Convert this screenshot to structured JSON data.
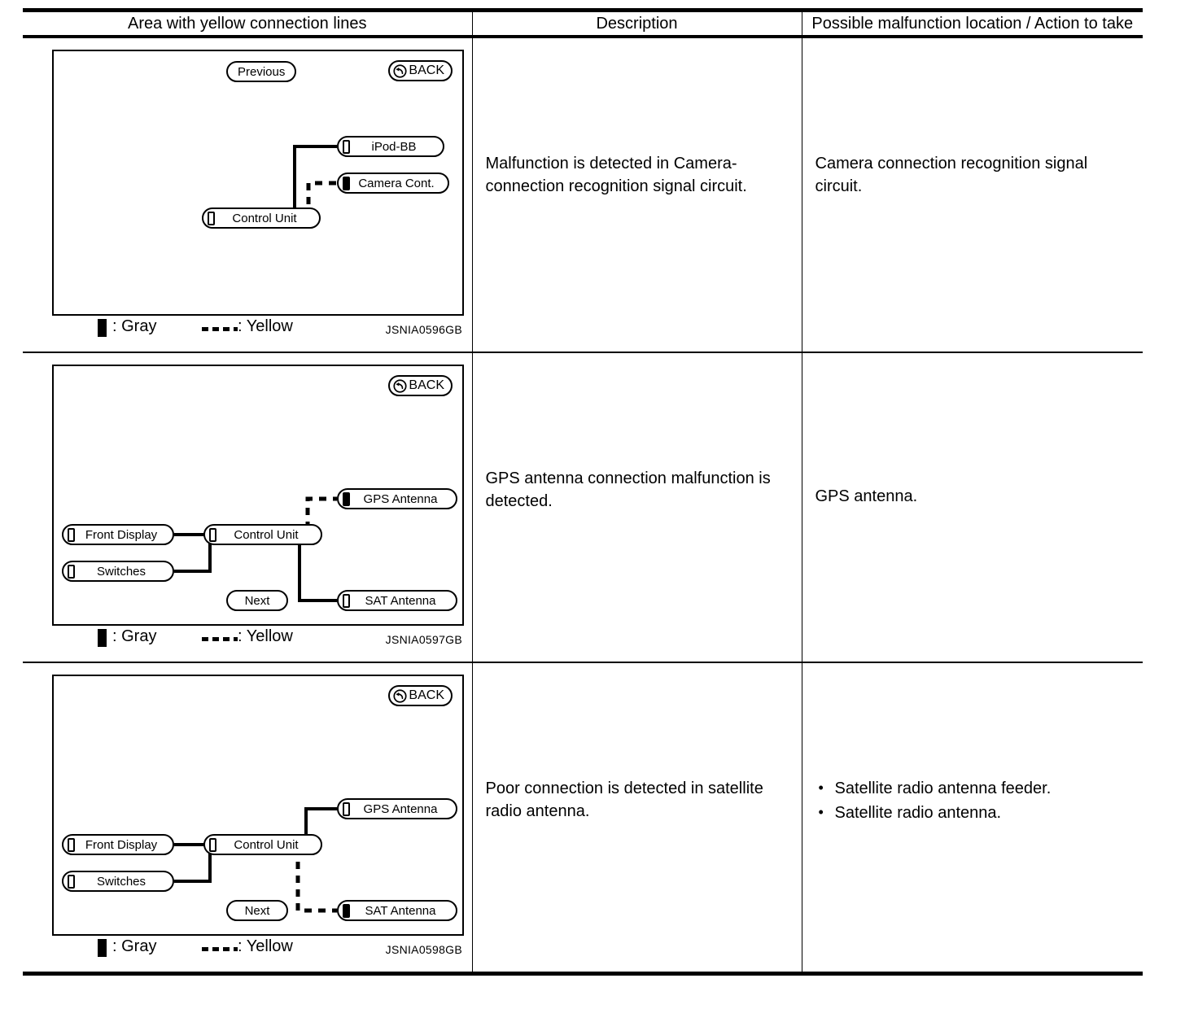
{
  "table": {
    "headers": [
      "Area with yellow connection lines",
      "Description",
      "Possible malfunction location / Action to take"
    ],
    "rows": [
      {
        "diagram": {
          "figure_id": "JSNIA0596GB",
          "buttons": [
            {
              "name": "previous",
              "label": "Previous"
            },
            {
              "name": "back",
              "label": "BACK",
              "icon": "back-arrow-icon"
            }
          ],
          "nodes": [
            {
              "name": "ipod-bb",
              "label": "iPod-BB",
              "connector": "gray"
            },
            {
              "name": "camera-cont",
              "label": "Camera Cont.",
              "connector": "yellow"
            },
            {
              "name": "control-unit",
              "label": "Control Unit",
              "connector": "gray"
            }
          ],
          "connections": [
            {
              "from": "control-unit",
              "to": "ipod-bb",
              "style": "solid"
            },
            {
              "from": "control-unit",
              "to": "camera-cont",
              "style": "dashed"
            }
          ]
        },
        "legend": {
          "gray": ": Gray",
          "yellow": ": Yellow"
        },
        "description": "Malfunction is detected in Camera-connection recognition signal circuit.",
        "action": {
          "text": "Camera connection recognition signal circuit.",
          "bullets": []
        }
      },
      {
        "diagram": {
          "figure_id": "JSNIA0597GB",
          "buttons": [
            {
              "name": "back",
              "label": "BACK",
              "icon": "back-arrow-icon"
            },
            {
              "name": "next",
              "label": "Next"
            }
          ],
          "nodes": [
            {
              "name": "gps-antenna",
              "label": "GPS Antenna",
              "connector": "yellow"
            },
            {
              "name": "front-display",
              "label": "Front Display",
              "connector": "gray"
            },
            {
              "name": "control-unit",
              "label": "Control Unit",
              "connector": "gray"
            },
            {
              "name": "switches",
              "label": "Switches",
              "connector": "gray"
            },
            {
              "name": "sat-antenna",
              "label": "SAT Antenna",
              "connector": "gray"
            }
          ],
          "connections": [
            {
              "from": "front-display",
              "to": "control-unit",
              "style": "solid"
            },
            {
              "from": "switches",
              "to": "control-unit",
              "style": "solid"
            },
            {
              "from": "control-unit",
              "to": "gps-antenna",
              "style": "dashed"
            },
            {
              "from": "control-unit",
              "to": "sat-antenna",
              "style": "solid"
            }
          ]
        },
        "legend": {
          "gray": ": Gray",
          "yellow": ": Yellow"
        },
        "description": "GPS antenna connection malfunction is detected.",
        "action": {
          "text": "GPS antenna.",
          "bullets": []
        }
      },
      {
        "diagram": {
          "figure_id": "JSNIA0598GB",
          "buttons": [
            {
              "name": "back",
              "label": "BACK",
              "icon": "back-arrow-icon"
            },
            {
              "name": "next",
              "label": "Next"
            }
          ],
          "nodes": [
            {
              "name": "gps-antenna",
              "label": "GPS Antenna",
              "connector": "gray"
            },
            {
              "name": "front-display",
              "label": "Front Display",
              "connector": "gray"
            },
            {
              "name": "control-unit",
              "label": "Control Unit",
              "connector": "gray"
            },
            {
              "name": "switches",
              "label": "Switches",
              "connector": "gray"
            },
            {
              "name": "sat-antenna",
              "label": "SAT Antenna",
              "connector": "yellow"
            }
          ],
          "connections": [
            {
              "from": "front-display",
              "to": "control-unit",
              "style": "solid"
            },
            {
              "from": "switches",
              "to": "control-unit",
              "style": "solid"
            },
            {
              "from": "control-unit",
              "to": "gps-antenna",
              "style": "solid"
            },
            {
              "from": "control-unit",
              "to": "sat-antenna",
              "style": "dashed"
            }
          ]
        },
        "legend": {
          "gray": ": Gray",
          "yellow": ": Yellow"
        },
        "description": "Poor connection is detected in satellite radio antenna.",
        "action": {
          "text": "",
          "bullets": [
            "Satellite radio antenna feeder.",
            "Satellite radio antenna."
          ]
        }
      }
    ]
  }
}
